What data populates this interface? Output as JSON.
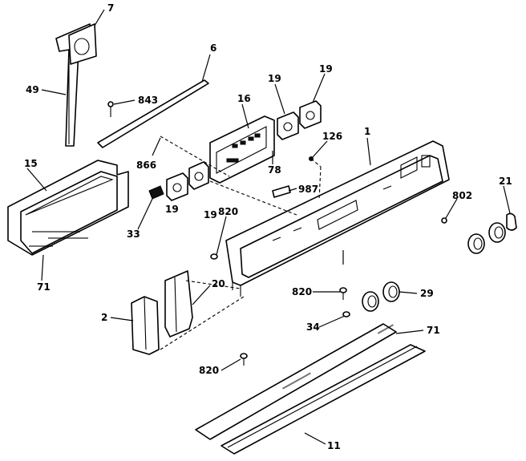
{
  "diagram": {
    "callouts": {
      "c7": "7",
      "c6": "6",
      "c49": "49",
      "c843": "843",
      "c16": "16",
      "c19a": "19",
      "c19b": "19",
      "c19c": "19",
      "c19d": "19",
      "c126": "126",
      "c1": "1",
      "c15": "15",
      "c866": "866",
      "c78": "78",
      "c987": "987",
      "c21": "21",
      "c802": "802",
      "c33": "33",
      "c820a": "820",
      "c820b": "820",
      "c820c": "820",
      "c71a": "71",
      "c71b": "71",
      "c2": "2",
      "c20": "20",
      "c29": "29",
      "c34": "34",
      "c11": "11"
    }
  }
}
